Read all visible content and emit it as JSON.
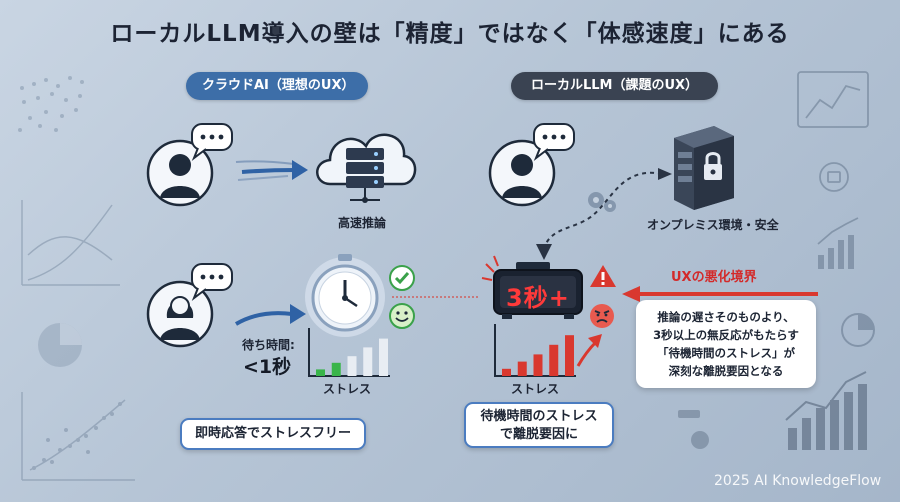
{
  "title": "ローカルLLM導入の壁は「精度」ではなく「体感速度」にある",
  "cloud": {
    "pill_label": "クラウドAI（理想のUX）",
    "server_label": "高速推論",
    "wait_label": "待ち時間:",
    "wait_value": "<1秒",
    "stress_label": "ストレス",
    "callout": "即時応答でストレスフリー",
    "bars": [
      0.15,
      0.3,
      0.45,
      0.65,
      0.85
    ],
    "colors": {
      "accent": "#3d6ea8",
      "bar_low": "#39b54a",
      "bar_high": "#e8edf3"
    }
  },
  "local": {
    "pill_label": "ローカルLLM（課題のUX）",
    "onprem_label": "オンプレミス環境・安全",
    "timer_text": "3秒+",
    "stress_label": "ストレス",
    "callout_line1": "待機時間のストレス",
    "callout_line2": "で離脱要因に",
    "bars": [
      0.15,
      0.3,
      0.45,
      0.65,
      0.85
    ],
    "colors": {
      "accent": "#3a4352",
      "bar": "#d9382f",
      "timer_text": "#ff3a3a"
    }
  },
  "boundary": {
    "label": "UXの悪化境界",
    "note_lines": [
      "推論の遅さそのものより、",
      "3秒以上の無反応がもたらす",
      "「待機時間のストレス」が",
      "深刻な離脱要因となる"
    ],
    "color": "#d32a2a"
  },
  "credit": "2025 AI KnowledgeFlow",
  "icons": [
    "person-icon",
    "chat-bubble-icon",
    "cloud-server-icon",
    "lock-server-icon",
    "stopwatch-icon",
    "check-icon",
    "smile-icon",
    "warning-icon",
    "angry-icon",
    "digital-timer-icon",
    "gear-icon"
  ]
}
